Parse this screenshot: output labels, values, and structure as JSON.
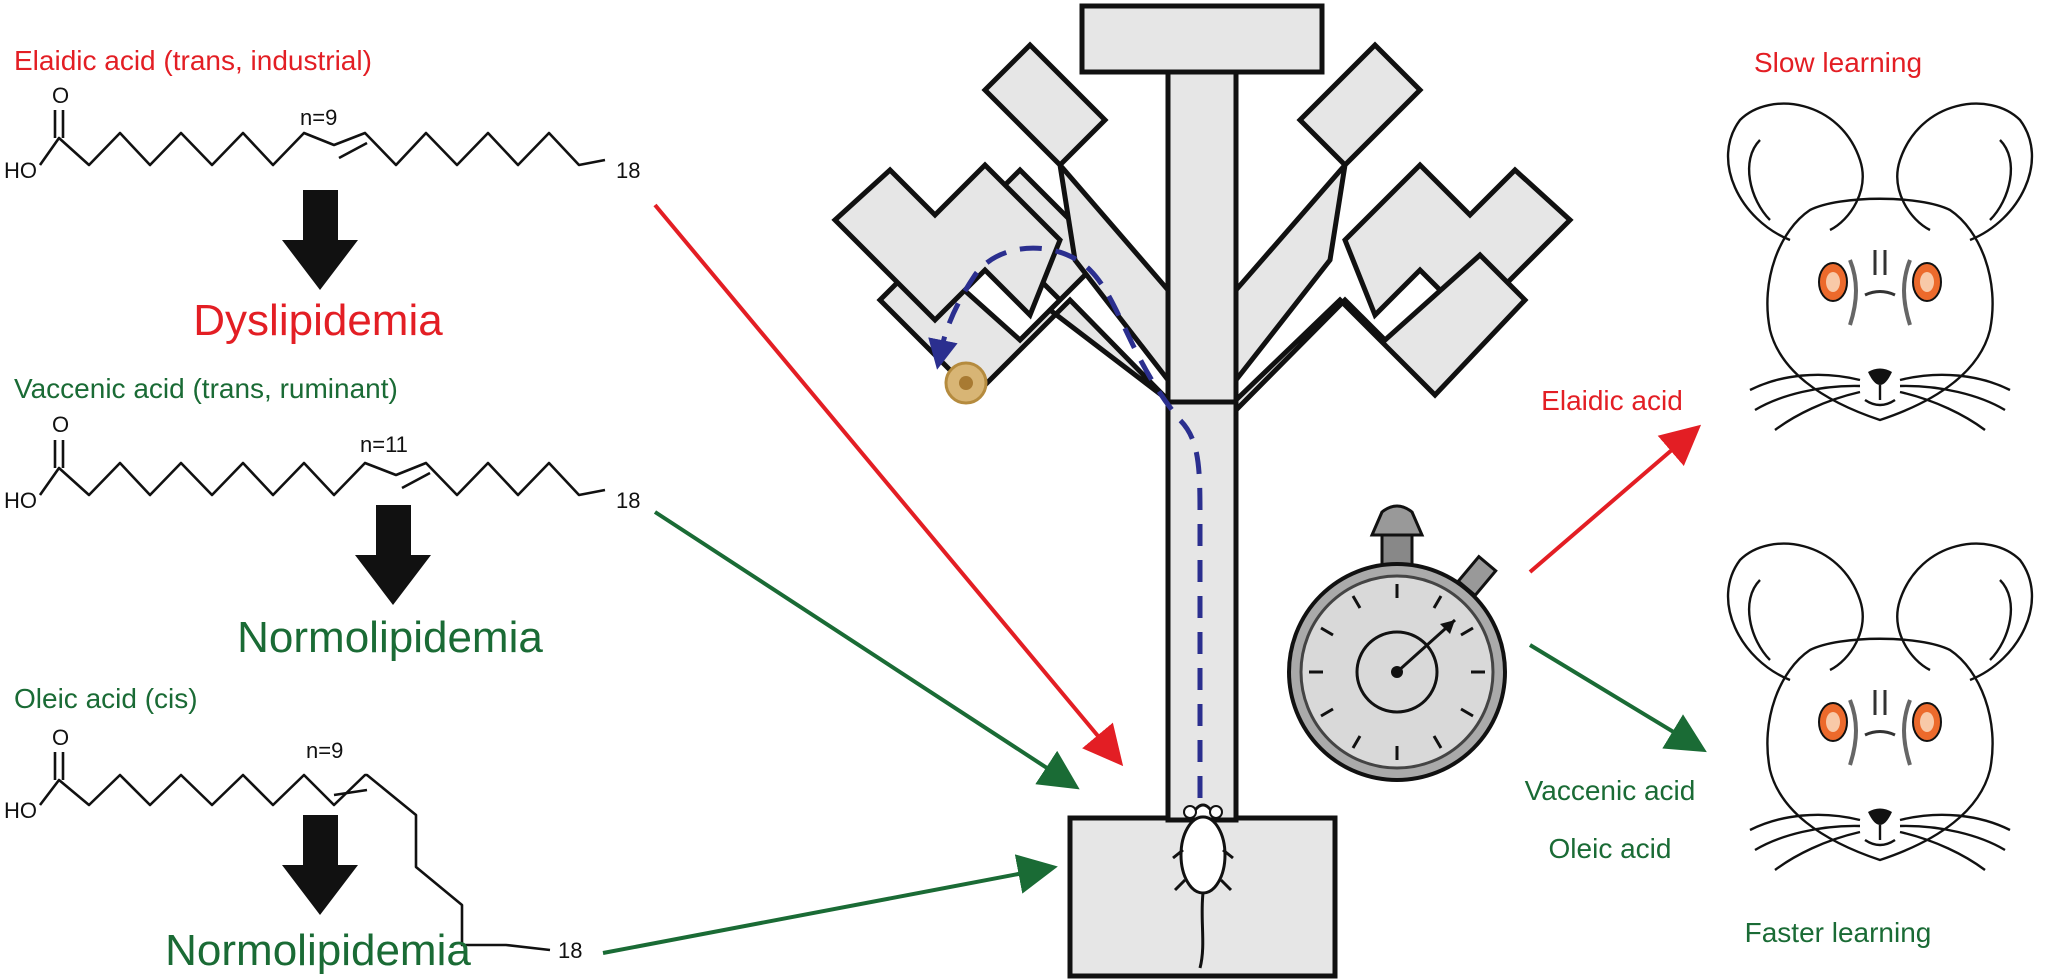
{
  "colors": {
    "red": "#e31e24",
    "green": "#1a6b35",
    "dash_blue": "#2b2f8f",
    "maze_fill": "#e6e6e6"
  },
  "acids": [
    {
      "name": "Elaidic acid (trans, industrial)",
      "n_label": "n=9",
      "end_label": "18",
      "ho_label": "HO",
      "o_label": "O",
      "outcome": "Dyslipidemia"
    },
    {
      "name": "Vaccenic acid (trans, ruminant)",
      "n_label": "n=11",
      "end_label": "18",
      "ho_label": "HO",
      "o_label": "O",
      "outcome": "Normolipidemia"
    },
    {
      "name": "Oleic acid (cis)",
      "n_label": "n=9",
      "end_label": "18",
      "ho_label": "HO",
      "o_label": "O",
      "outcome": "Normolipidemia"
    }
  ],
  "right": {
    "slow_title": "Slow learning",
    "slow_acid": "Elaidic acid",
    "fast_acid_1": "Vaccenic acid",
    "fast_acid_2": "Oleic acid",
    "fast_title": "Faster learning"
  },
  "icons": [
    "maze-icon",
    "cereal-reward-icon",
    "rat-icon",
    "stopwatch-icon",
    "mouse-face-icon"
  ]
}
